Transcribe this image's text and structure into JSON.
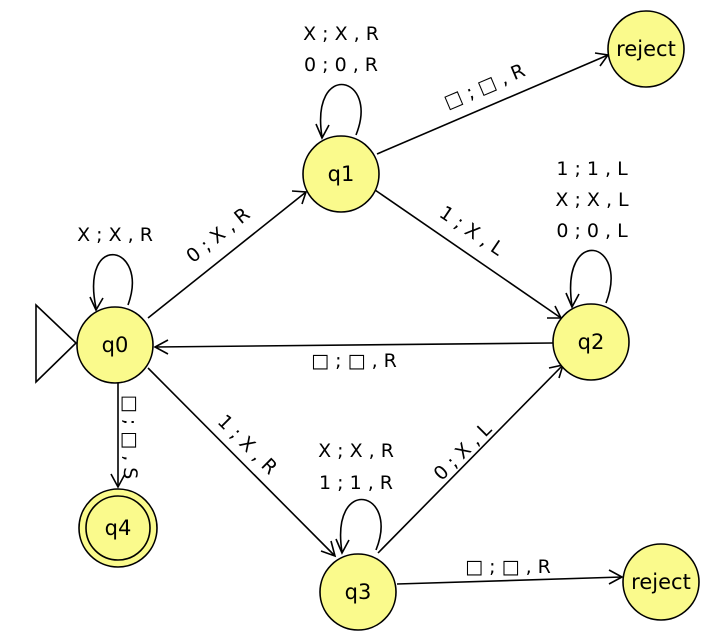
{
  "states": {
    "q0": {
      "label": "q0",
      "start": true,
      "accept": false
    },
    "q1": {
      "label": "q1",
      "start": false,
      "accept": false
    },
    "q2": {
      "label": "q2",
      "start": false,
      "accept": false
    },
    "q3": {
      "label": "q3",
      "start": false,
      "accept": false
    },
    "q4": {
      "label": "q4",
      "start": false,
      "accept": true
    },
    "reject_top": {
      "label": "reject",
      "start": false,
      "accept": false
    },
    "reject_bottom": {
      "label": "reject",
      "start": false,
      "accept": false
    }
  },
  "transitions": {
    "q0_self": [
      "X ; X , R"
    ],
    "q0_q1": [
      "0 ; X , R"
    ],
    "q0_q3": [
      "1 ; X , R"
    ],
    "q0_q4": [
      "□ ; □ , S"
    ],
    "q1_self": [
      "X ; X , R",
      "0 ; 0 , R"
    ],
    "q1_q2": [
      "1 ; X , L"
    ],
    "q1_reject": [
      "□ ; □ , R"
    ],
    "q2_self": [
      "1 ; 1 , L",
      "X ; X , L",
      "0 ; 0 , L"
    ],
    "q2_q0": [
      "□ ; □ , R"
    ],
    "q3_self": [
      "X ; X , R",
      "1 ; 1 , R"
    ],
    "q3_q2": [
      "0 ; X , L"
    ],
    "q3_reject": [
      "□ ; □ , R"
    ]
  },
  "colors": {
    "state_fill": "#fafa8c",
    "stroke": "#000000"
  }
}
